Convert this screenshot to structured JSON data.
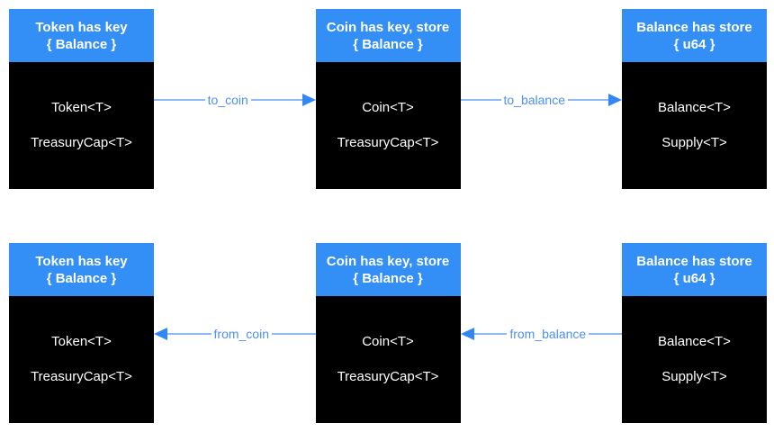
{
  "colors": {
    "header_bg": "#338EF6",
    "body_bg": "#000000",
    "box_text": "#FFFFFF",
    "arrow_line": "#8FB9F6",
    "arrow_label": "#4D90F2",
    "arrow_head": "#3187F4",
    "page_bg": "#FFFFFF"
  },
  "rows": [
    {
      "boxes": [
        {
          "title": "Token has key",
          "subtitle": "{ Balance }",
          "fields": [
            "Token<T>",
            "TreasuryCap<T>"
          ]
        },
        {
          "title": "Coin has key, store",
          "subtitle": "{ Balance }",
          "fields": [
            "Coin<T>",
            "TreasuryCap<T>"
          ]
        },
        {
          "title": "Balance has store",
          "subtitle": "{ u64 }",
          "fields": [
            "Balance<T>",
            "Supply<T>"
          ]
        }
      ],
      "arrows": [
        {
          "label": "to_coin",
          "direction": "right"
        },
        {
          "label": "to_balance",
          "direction": "right"
        }
      ]
    },
    {
      "boxes": [
        {
          "title": "Token has key",
          "subtitle": "{ Balance }",
          "fields": [
            "Token<T>",
            "TreasuryCap<T>"
          ]
        },
        {
          "title": "Coin has key, store",
          "subtitle": "{ Balance }",
          "fields": [
            "Coin<T>",
            "TreasuryCap<T>"
          ]
        },
        {
          "title": "Balance has store",
          "subtitle": "{ u64 }",
          "fields": [
            "Balance<T>",
            "Supply<T>"
          ]
        }
      ],
      "arrows": [
        {
          "label": "from_coin",
          "direction": "left"
        },
        {
          "label": "from_balance",
          "direction": "left"
        }
      ]
    }
  ]
}
